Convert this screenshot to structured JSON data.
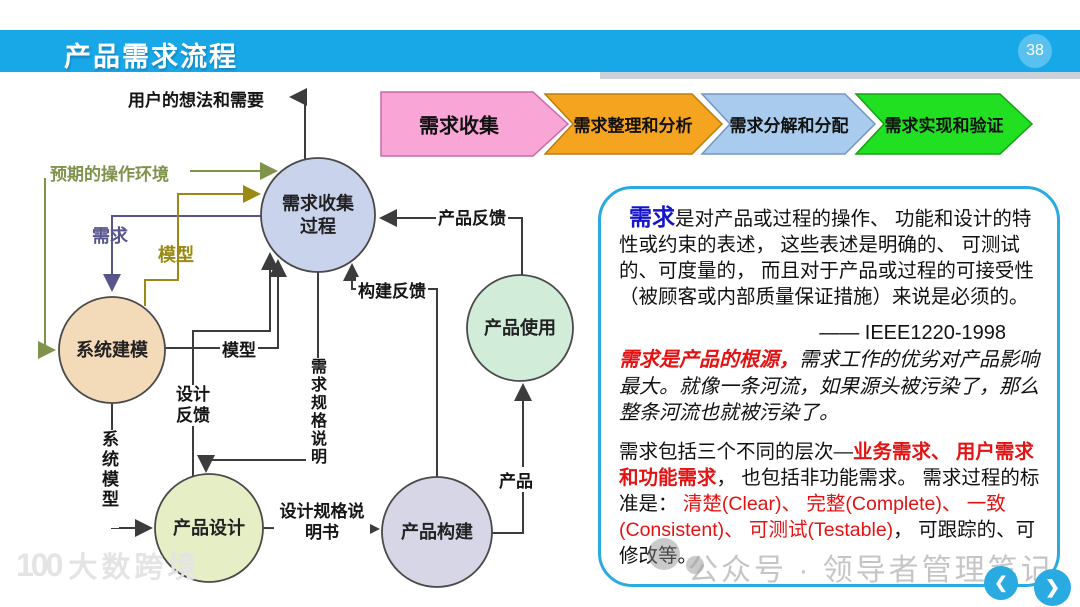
{
  "header": {
    "title": "产品需求流程",
    "page_badge": "38"
  },
  "flow_steps": [
    {
      "label": "需求收集",
      "color": "#f9a6d6"
    },
    {
      "label": "需求整理和分析",
      "color": "#f5a41f"
    },
    {
      "label": "需求分解和分配",
      "color": "#a9cbed"
    },
    {
      "label": "需求实现和验证",
      "color": "#21df21"
    }
  ],
  "diagram": {
    "nodes": [
      {
        "id": "collect",
        "label": "需求收集过程",
        "fill": "#c9d3ec"
      },
      {
        "id": "modeling",
        "label": "系统建模",
        "fill": "#f3dab8"
      },
      {
        "id": "design",
        "label": "产品设计",
        "fill": "#e6eec6"
      },
      {
        "id": "build",
        "label": "产品构建",
        "fill": "#d7d6e6"
      },
      {
        "id": "use",
        "label": "产品使用",
        "fill": "#d2ecda"
      }
    ],
    "edge_labels": {
      "user_needs": "用户的想法和需要",
      "expected_env": "预期的操作环境",
      "requirements": "需求",
      "model_to_collect": "模型",
      "model_out": "模型",
      "product_feedback": "产品反馈",
      "build_feedback": "构建反馈",
      "design_feedback": "设计反馈",
      "system_model": "系统模型",
      "req_spec": "需求规格说明",
      "design_spec": "设计规格说明书",
      "product": "产品"
    },
    "edge_colors": {
      "default": "#3c3c3c",
      "green": "#7f934d",
      "purple": "#56568c",
      "olive": "#9a8a15"
    }
  },
  "info_box": {
    "p1_keyword": "需求",
    "p1_rest": "是对产品或过程的操作、 功能和设计的特性或约束的表述， 这些表述是明确的、 可测试的、可度量的， 而且对于产品或过程的可接受性（被顾客或内部质量保证措施）来说是必须的。",
    "source": "—— IEEE1220-1998",
    "p2_highlight": "需求是产品的根源，",
    "p2_rest": "需求工作的优劣对产品影响最大。就像一条河流，如果源头被污染了，那么整条河流也就被污染了。",
    "p3_part1": "需求包括三个不同的层次—",
    "p3_red1": "业务需求、 用户需求和功能需求",
    "p3_part2": "， 也包括非功能需求。 需求过程的标准是： ",
    "p3_red2": "清楚(Clear)、 完整(Complete)、 一致(Consistent)、 可测试(Testable)",
    "p3_part3": "， 可跟踪的、可修改等。"
  },
  "watermark_left": {
    "logo": "100",
    "text": "大数跨境"
  },
  "watermark_right": "公众号 · 领导者管理笔记",
  "nav": {
    "prev": "❮",
    "next": "❯"
  }
}
